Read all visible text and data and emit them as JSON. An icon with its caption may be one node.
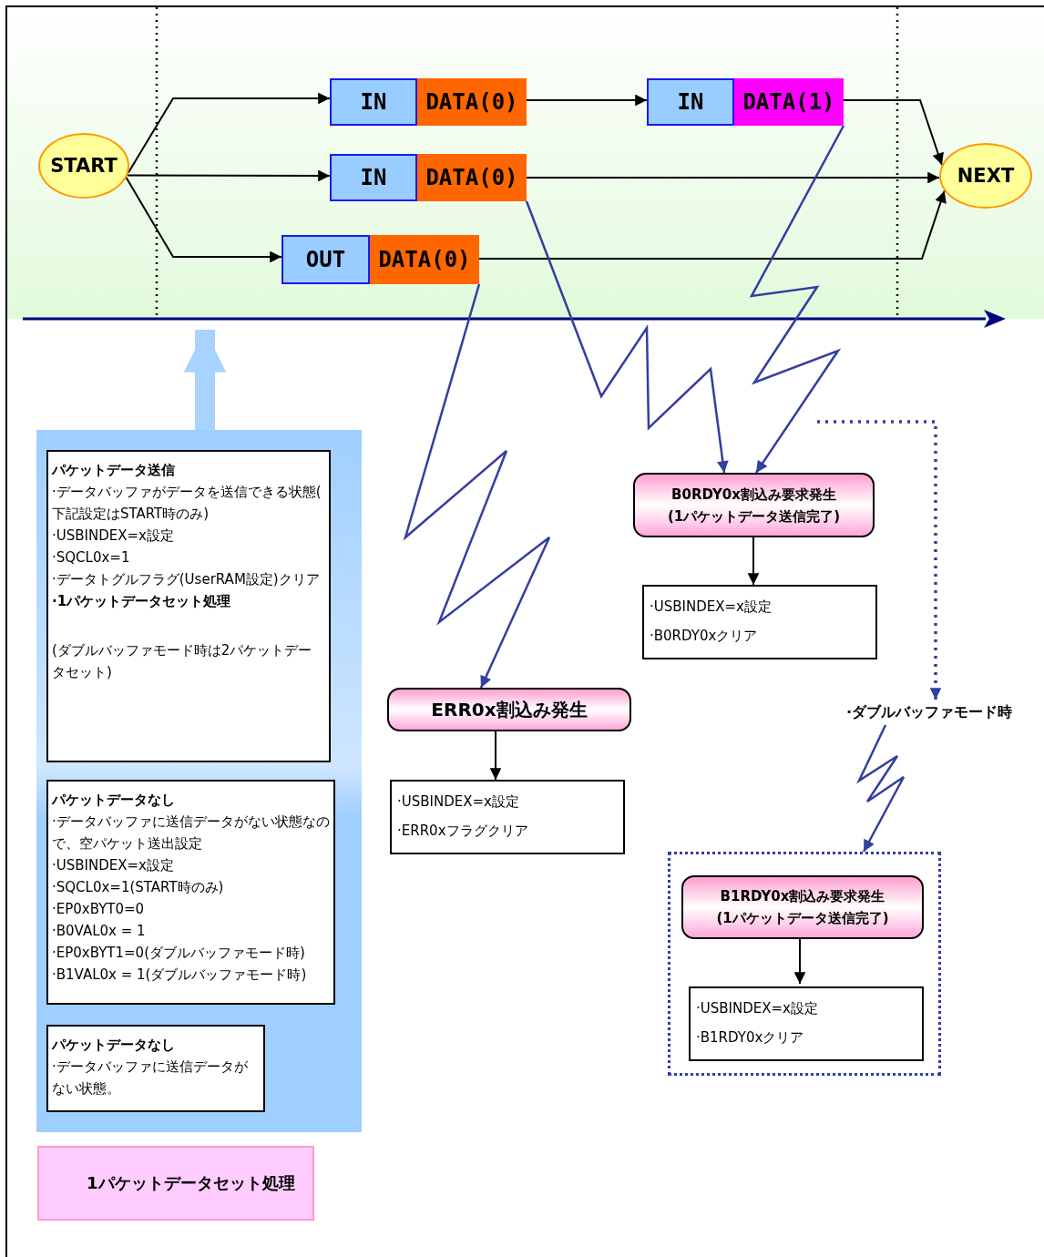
{
  "diagram": {
    "nodes": [
      {
        "text": [
          "START"
        ]
      },
      {
        "text": [
          "IN"
        ]
      },
      {
        "text": [
          "DATA(0)"
        ]
      },
      {
        "text": [
          "IN"
        ]
      },
      {
        "text": [
          "DATA(0)"
        ]
      },
      {
        "text": [
          "OUT"
        ]
      },
      {
        "text": [
          "DATA(0)"
        ]
      },
      {
        "text": [
          "IN"
        ]
      },
      {
        "text": [
          "DATA(1)"
        ]
      },
      {
        "text": [
          "NEXT"
        ]
      },
      {
        "text": [],
        "shape": "box"
      },
      {
        "text": [
          "パケットデータ送信",
          "·データバッファがデータを送信できる状態(　下記設定はSTART時のみ)",
          "·USBINDEX=x設定",
          "·SQCL0x=1",
          "·データトグルフラグ(UserRAM設定)クリア",
          "·1パケットデータセット処理",
          "(ダブルバッファモード時は2パケットデータセット)"
        ],
        "in": 10
      },
      {
        "text": [
          "パケットデータなし",
          "·データバッファに送信データがない状態なので、空パケット送出設定",
          "·USBINDEX=x設定",
          "·SQCL0x=1(START時のみ)",
          "·EP0xBYT0=0",
          "·B0VAL0x = 1",
          "·EP0xBYT1=0(ダブルバッファモード時)",
          "·B1VAL0x = 1(ダブルバッファモード時)"
        ],
        "in": 10
      },
      {
        "text": [
          "パケットデータなし",
          "·データバッファに送信データがない状態。"
        ],
        "in": 10
      },
      {
        "text": [
          "1パケットデータセット処理"
        ]
      },
      {
        "text": [
          "B0RDY0x割込み要求発生",
          "(1パケットデータ送信完了)"
        ]
      },
      {
        "text": [
          "·USBINDEX=x設定",
          "·B0RDY0xクリア"
        ]
      },
      {
        "text": [
          "ERR0x割込み発生"
        ]
      },
      {
        "text": [
          "·USBINDEX=x設定",
          "·ERR0xフラグクリア"
        ]
      },
      {
        "text": [
          "·ダブルバッファモード時"
        ]
      },
      {
        "text": [],
        "shape": "box"
      },
      {
        "text": [
          "B1RDY0x割込み要求発生",
          "(1パケットデータ送信完了)"
        ],
        "in": 20
      },
      {
        "text": [
          "·USBINDEX=x設定",
          "·B1RDY0xクリア"
        ],
        "in": 20
      }
    ],
    "edges": [
      {
        "from": 0,
        "to": 1,
        "arrow": "to"
      },
      {
        "from": 0,
        "to": 3,
        "arrow": "to"
      },
      {
        "from": 0,
        "to": 5,
        "arrow": "to"
      },
      {
        "from": 2,
        "to": 7,
        "arrow": "to"
      },
      {
        "from": 8,
        "to": 9,
        "arrow": "to"
      },
      {
        "from": 4,
        "to": 9,
        "arrow": "to"
      },
      {
        "from": 6,
        "to": 9,
        "arrow": "to"
      },
      {
        "from": 4,
        "to": 15,
        "arrow": "to",
        "color": "#333ea0"
      },
      {
        "from": 8,
        "to": 15,
        "arrow": "to",
        "color": "#333ea0"
      },
      {
        "from": 6,
        "to": 17,
        "arrow": "to",
        "color": "#333ea0"
      },
      {
        "from": 15,
        "to": 16,
        "arrow": "to"
      },
      {
        "from": 17,
        "to": 18,
        "arrow": "to"
      },
      {
        "from": 21,
        "to": 22,
        "arrow": "to"
      },
      {
        "from": null,
        "to": 19,
        "arrow": "to",
        "style": "dashed",
        "color": "#333ea0"
      },
      {
        "from": 19,
        "to": 20,
        "arrow": "to",
        "color": "#333ea0"
      },
      {
        "from": 10,
        "to": null,
        "arrow": "to",
        "style": "thick",
        "color": "#a8d2ff"
      }
    ]
  }
}
